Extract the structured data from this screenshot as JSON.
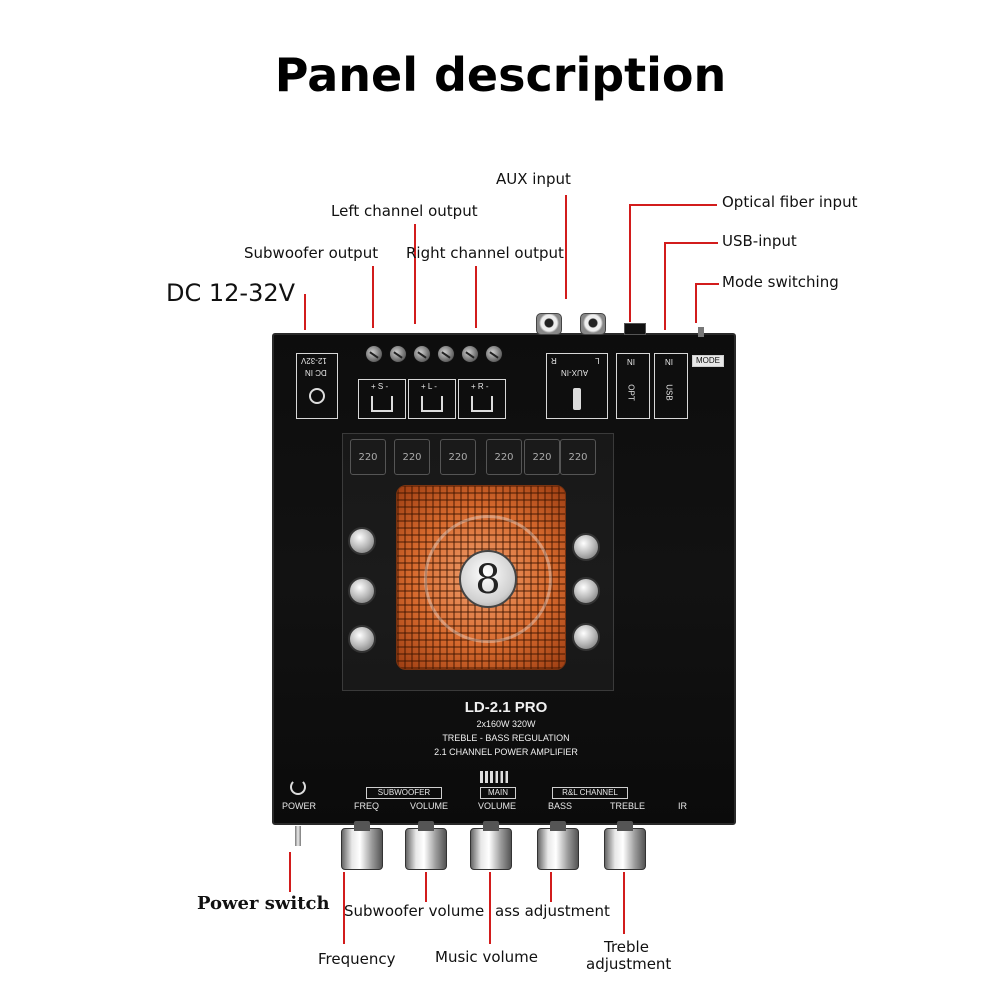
{
  "title": "Panel description",
  "callouts": {
    "aux_input": "AUX input",
    "optical_fiber_input": "Optical fiber input",
    "left_channel_output": "Left channel output",
    "usb_input": "USB-input",
    "subwoofer_output": "Subwoofer output",
    "right_channel_output": "Right channel output",
    "mode_switching": "Mode switching",
    "dc_voltage": "DC 12-32V",
    "power_switch": "Power switch",
    "subwoofer_volume": "Subwoofer volume",
    "bass_adjustment": "ass adjustment",
    "frequency": "Frequency",
    "music_volume": "Music volume",
    "treble_adjustment_line1": "Treble",
    "treble_adjustment_line2": "adjustment"
  },
  "device": {
    "dc_in": "DC IN",
    "dc_range": "12-32V",
    "speaker_s": "+ S -",
    "speaker_l": "+ L -",
    "speaker_r": "+ R -",
    "aux_in": "AUX-IN",
    "aux_l": "L",
    "aux_r": "R",
    "opt": "OPT",
    "opt_in": "IN",
    "usb": "USB",
    "usb_in": "IN",
    "mode": "MODE",
    "cap_values": [
      "220",
      "220",
      "220",
      "220",
      "220",
      "220"
    ],
    "fan_logo": "8",
    "model": "LD-2.1 PRO",
    "power_spec": "2x160W  320W",
    "regulation": "TREBLE - BASS REGULATION",
    "amplifier": "2.1 CHANNEL POWER AMPLIFIER",
    "power": "POWER",
    "subwoofer_tag": "SUBWOOFER",
    "main_tag": "MAIN",
    "rl_channel_tag": "R&L CHANNEL",
    "freq": "FREQ",
    "volume_sub": "VOLUME",
    "volume_main": "VOLUME",
    "bass": "BASS",
    "treble": "TREBLE",
    "ir": "IR"
  },
  "colors": {
    "leader_line": "#d21c1c",
    "panel": "#0d0d0d",
    "heatsink": "#d76a2e"
  }
}
